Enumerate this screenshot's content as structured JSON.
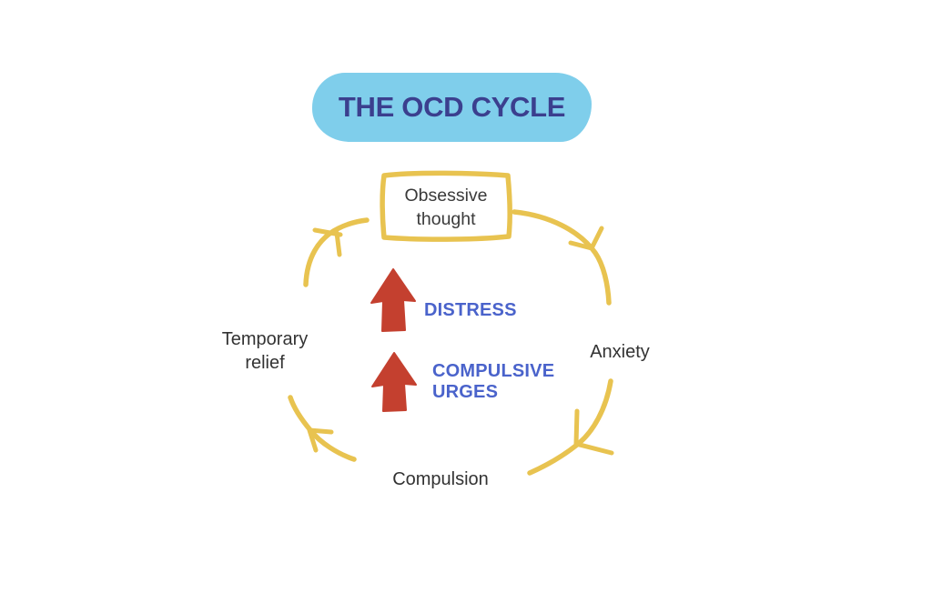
{
  "title": {
    "label": "THE OCD CYCLE"
  },
  "diagram": {
    "nodes": {
      "obsessive_thought": "Obsessive thought",
      "anxiety": "Anxiety",
      "compulsion": "Compulsion",
      "temporary_relief": "Temporary relief"
    },
    "center_labels": {
      "distress": "DISTRESS",
      "compulsive_urges": "COMPULSIVE URGES"
    },
    "flow_order": [
      "Obsessive thought",
      "Anxiety",
      "Compulsion",
      "Temporary relief"
    ],
    "icons": {
      "up_arrow_1": "red-up-arrow-icon",
      "up_arrow_2": "red-up-arrow-icon"
    },
    "colors": {
      "title_bg": "#7fceeb",
      "title_text": "#3b3f8e",
      "arc_yellow": "#e8c350",
      "arrow_red": "#c4402f",
      "center_label_blue": "#4a63cb",
      "node_text": "#333333",
      "background": "#ffffff"
    }
  }
}
